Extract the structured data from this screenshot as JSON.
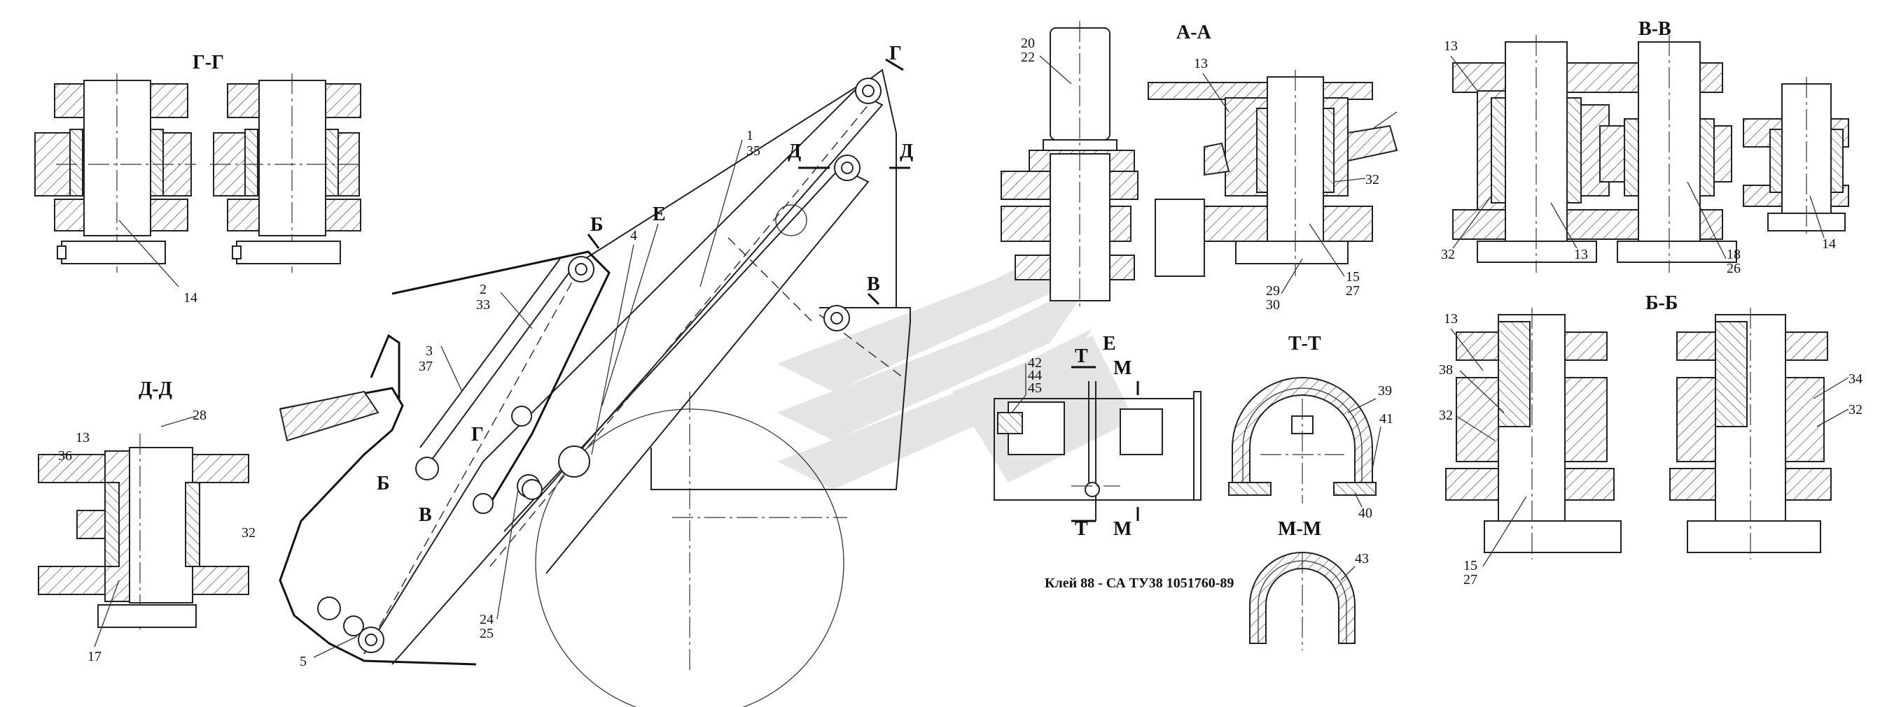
{
  "sections": {
    "g_g": "Г-Г",
    "a_a": "А-А",
    "v_v": "В-В",
    "d_d": "Д-Д",
    "t_t": "Т-Т",
    "m_m": "М-М",
    "b_b": "Б-Б",
    "e": "Е"
  },
  "section_markers": {
    "g": "Г",
    "d": "Д",
    "b": "Б",
    "v": "В",
    "t": "Т",
    "m": "М",
    "e": "Е"
  },
  "note": "Клей 88 - СА ТУ38 1051760-89",
  "labels": {
    "p14a": "14",
    "p28": "28",
    "p36": "36",
    "p13a": "13",
    "p32a": "32",
    "p17": "17",
    "p2": "2",
    "p33": "33",
    "p3": "3",
    "p37": "37",
    "p4": "4",
    "p1": "1",
    "p35": "35",
    "p5": "5",
    "p24": "24",
    "p25": "25",
    "p20": "20",
    "p22": "22",
    "p13b": "13",
    "p32b": "32",
    "p29": "29",
    "p30": "30",
    "p15a": "15",
    "p27a": "27",
    "p42": "42",
    "p44": "44",
    "p45": "45",
    "p39": "39",
    "p41": "41",
    "p40": "40",
    "p43": "43",
    "p13c": "13",
    "p32c": "32",
    "p13d": "13",
    "p18": "18",
    "p26": "26",
    "p14b": "14",
    "p13e": "13",
    "p38": "38",
    "p32d": "32",
    "p15b": "15",
    "p27b": "27",
    "p34": "34",
    "p32e": "32"
  }
}
